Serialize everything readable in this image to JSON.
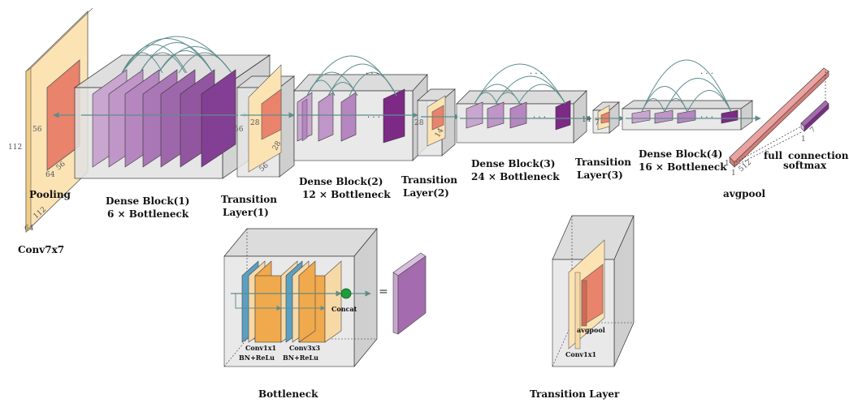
{
  "labels": {
    "conv": "Conv7x7",
    "pooling": "Pooling",
    "dense1": "Dense  Block(1)",
    "dense1_sub": "6 × Bottleneck",
    "trans1": "Transition",
    "trans1_sub": "Layer(1)",
    "dense2": "Dense  Block(2)",
    "dense2_sub": "12 × Bottleneck",
    "trans2": "Transition",
    "trans2_sub": "Layer(2)",
    "dense3": "Dense  Block(3)",
    "dense3_sub": "24 × Bottleneck",
    "trans3": "Transition",
    "trans3_sub": "Layer(3)",
    "dense4": "Dense  Block(4)",
    "dense4_sub": "16 × Bottleneck",
    "avgpool": "avgpool",
    "full": "full",
    "connection": "connection",
    "softmax": "softmax",
    "bottleneck": "Bottleneck",
    "transition_layer": "Transition Layer",
    "concat": "Concat",
    "conv1x1": "Conv1x1",
    "conv3x3": "Conv3x3",
    "bnrelu": "BN+ReLu",
    "avgpool_small": "avgpool",
    "equals": "=",
    "dots": "· · ·"
  },
  "dims": {
    "n112a": "112",
    "n112b": "112",
    "n64a": "64",
    "n64b": "64",
    "n56a": "56",
    "n56b": "56",
    "n56c": "56",
    "n56d": "56",
    "n28a": "28",
    "n28b": "28",
    "n28c": "28",
    "n14a": "14",
    "n14b": "14",
    "n7a": "7",
    "n1a": "1",
    "n1b": "1",
    "n1c": "1",
    "n512": "512"
  },
  "colors": {
    "input_face": "#fbe3b4",
    "input_edge": "#e0b86c",
    "pool_face": "#e9836b",
    "block_face": "#d8d8d8",
    "purple_light": "#c9a6cf",
    "purple_mid": "#a46cae",
    "purple_dark": "#7d2a86",
    "orange": "#f0a94c",
    "fc_face": "#eaa3a0",
    "arc": "#5e8d8c",
    "concat": "#1f9b3a"
  }
}
